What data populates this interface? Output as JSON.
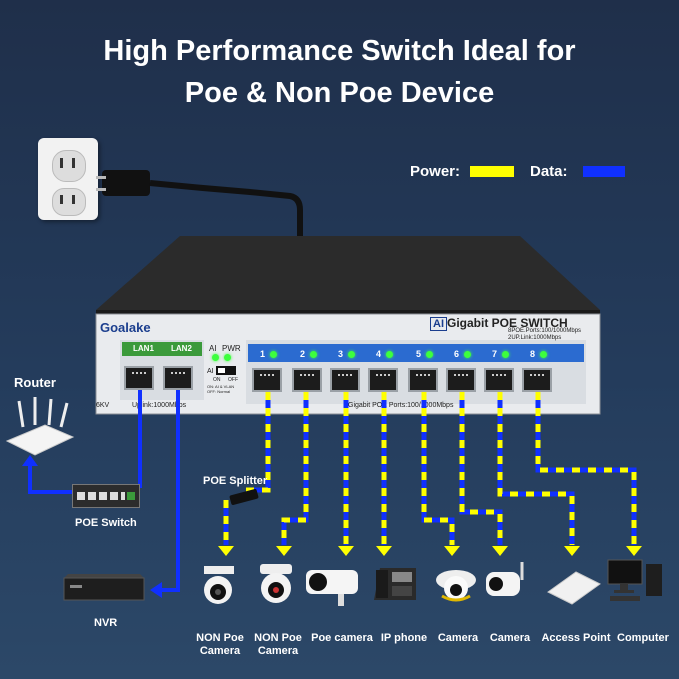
{
  "title": {
    "line1": "High Performance Switch Ideal for",
    "line2": "Poe & Non Poe Device"
  },
  "legend": {
    "power_label": "Power:",
    "data_label": "Data:",
    "power_color": "#ffff00",
    "data_color": "#0033ff"
  },
  "switch": {
    "brand": "Goalake",
    "ai_badge": "AI",
    "model": "Gigabit POE SWITCH",
    "spec_line1": "8POE.Ports:100/1000Mbps",
    "spec_line2": "2UP.Link:1000Mbps",
    "lan1": "LAN1",
    "lan2": "LAN2",
    "ai_label": "AI",
    "pwr_label": "PWR",
    "ai_switch_label": "AI",
    "on_label": "ON",
    "off_label": "OFF",
    "mode_note1": "ON: AI & VLAN",
    "mode_note2": "OFF: Normal",
    "protect_label": "6KV",
    "uplink_text": "Uplink:1000Mbps",
    "ports_text": "Gigabit POE Ports:100/1000Mbps",
    "port_numbers": [
      "1",
      "2",
      "3",
      "4",
      "5",
      "6",
      "7",
      "8"
    ]
  },
  "devices": {
    "router": "Router",
    "poe_switch": "POE Switch",
    "nvr": "NVR",
    "poe_splitter": "POE Splitter",
    "items": [
      {
        "line1": "NON Poe",
        "line2": "Camera"
      },
      {
        "line1": "NON Poe",
        "line2": "Camera"
      },
      {
        "line1": "Poe camera",
        "line2": ""
      },
      {
        "line1": "IP phone",
        "line2": ""
      },
      {
        "line1": "Camera",
        "line2": ""
      },
      {
        "line1": "Camera",
        "line2": ""
      },
      {
        "line1": "Access Point",
        "line2": ""
      },
      {
        "line1": "Computer",
        "line2": ""
      }
    ]
  }
}
